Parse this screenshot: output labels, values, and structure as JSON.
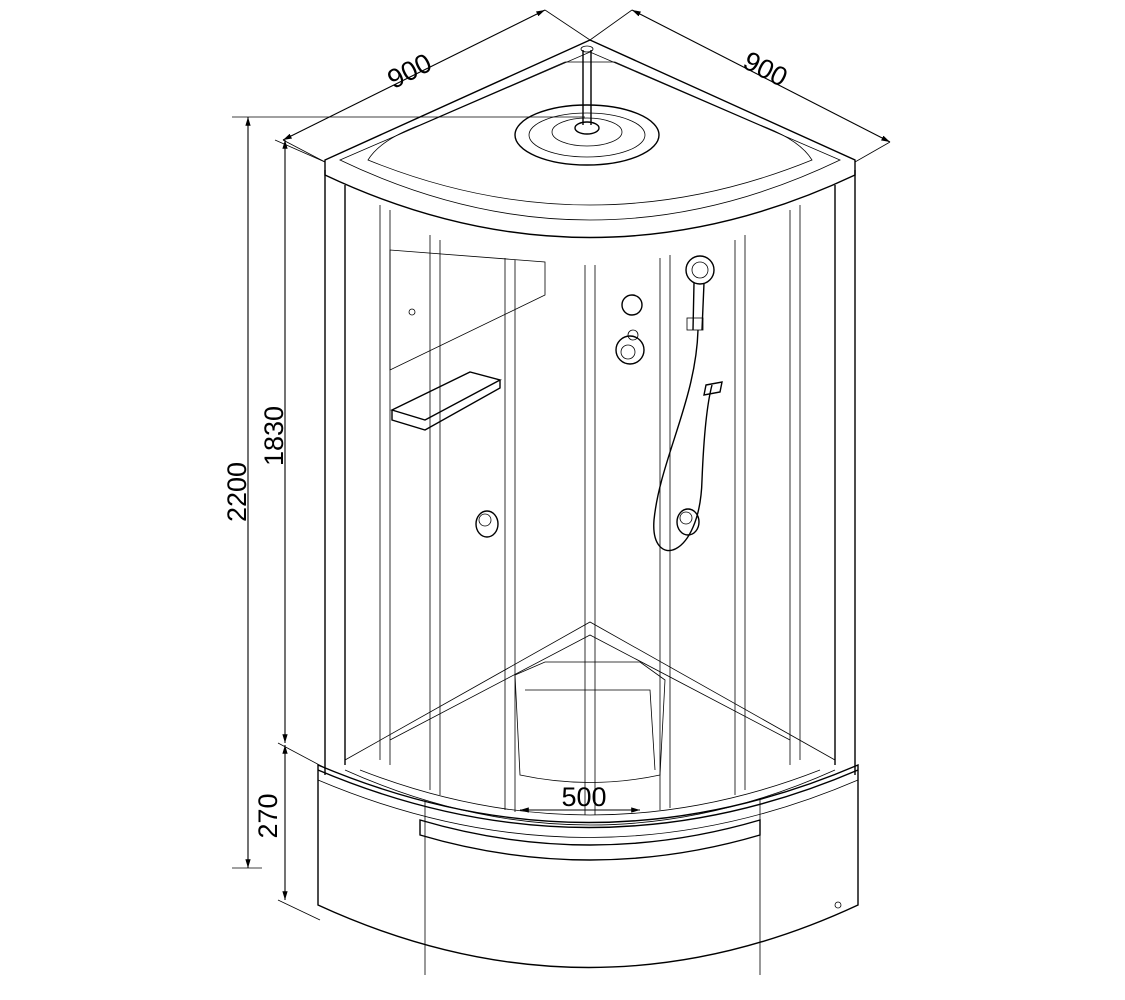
{
  "diagram": {
    "dimensions": {
      "width_left": "900",
      "width_right": "900",
      "total_height": "2200",
      "cabin_height": "1830",
      "tray_height": "270",
      "tray_inner_width": "500"
    },
    "colors": {
      "line": "#000000",
      "background": "#ffffff"
    }
  }
}
